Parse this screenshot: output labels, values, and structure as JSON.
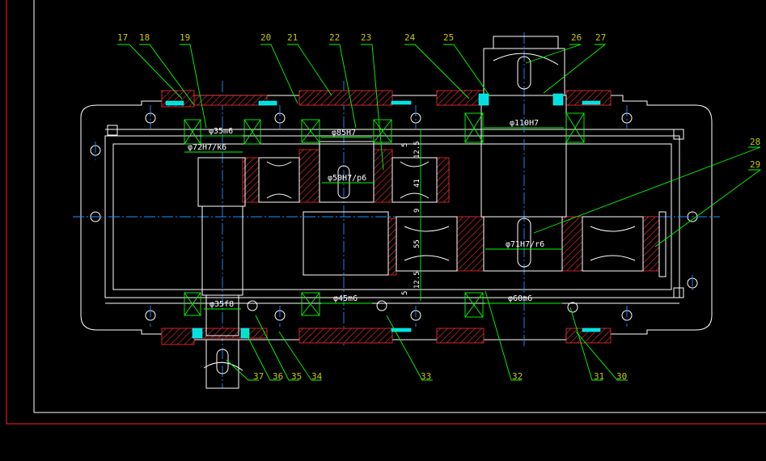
{
  "drawing": {
    "part_labels": [
      "17",
      "18",
      "19",
      "20",
      "21",
      "22",
      "23",
      "24",
      "25",
      "26",
      "27",
      "28",
      "29",
      "30",
      "31",
      "32",
      "33",
      "34",
      "35",
      "36",
      "37"
    ],
    "dimensions": {
      "d35m6": "φ35m6",
      "d72H7k6": "φ72H7/k6",
      "d85H7": "φ85H7",
      "d50H7p6": "φ50H7/p6",
      "d110H7": "φ110H7",
      "d71H7r6": "φ71H7/r6",
      "d35f8": "φ35f8",
      "d45m6": "φ45m6",
      "d60m6": "φ60m6"
    },
    "vertical_dims": [
      "5",
      "12.5",
      "41",
      "9",
      "55",
      "12.5",
      "5"
    ]
  }
}
